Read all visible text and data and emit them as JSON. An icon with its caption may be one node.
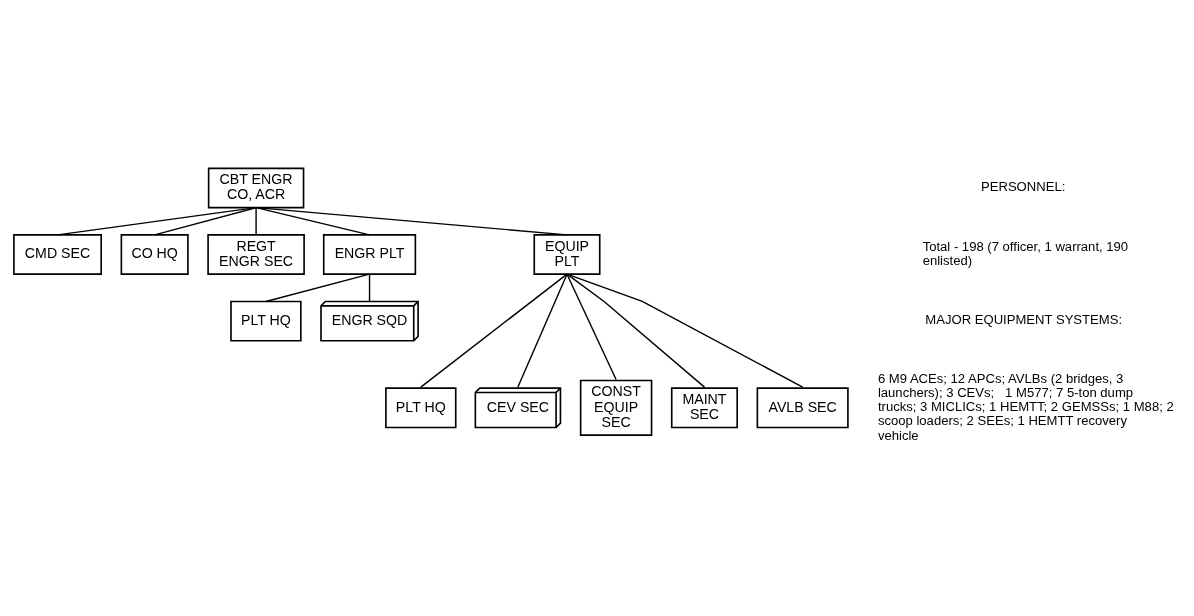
{
  "diagram": {
    "nodes": [
      {
        "text": [
          "CBT ENGR CO, ACR"
        ]
      },
      {
        "text": [
          "CMD SEC"
        ]
      },
      {
        "text": [
          "CO HQ"
        ]
      },
      {
        "text": [
          "REGT ENGR SEC"
        ]
      },
      {
        "text": [
          "ENGR PLT"
        ]
      },
      {
        "text": [
          "EQUIP PLT"
        ]
      },
      {
        "text": [
          "PLT HQ"
        ]
      },
      {
        "text": [
          "ENGR SQD"
        ]
      },
      {
        "text": [
          "PLT HQ"
        ]
      },
      {
        "text": [
          "CEV SEC"
        ]
      },
      {
        "text": [
          "CONST EQUIP SEC"
        ]
      },
      {
        "text": [
          "MAINT SEC"
        ]
      },
      {
        "text": [
          "AVLB SEC"
        ]
      }
    ],
    "edges": [
      {
        "from": 0,
        "to": 1,
        "arrow": "none"
      },
      {
        "from": 0,
        "to": 2,
        "arrow": "none"
      },
      {
        "from": 0,
        "to": 3,
        "arrow": "none"
      },
      {
        "from": 0,
        "to": 4,
        "arrow": "none"
      },
      {
        "from": 0,
        "to": 5,
        "arrow": "none"
      },
      {
        "from": 4,
        "to": 6,
        "arrow": "none"
      },
      {
        "from": 4,
        "to": 7,
        "arrow": "none"
      },
      {
        "from": 5,
        "to": 8,
        "arrow": "none"
      },
      {
        "from": 5,
        "to": 9,
        "arrow": "none"
      },
      {
        "from": 5,
        "to": 10,
        "arrow": "none"
      },
      {
        "from": 5,
        "to": 11,
        "arrow": "none"
      },
      {
        "from": 5,
        "to": 12,
        "arrow": "none"
      }
    ],
    "labels": [
      "PERSONNEL:",
      "Total - 198 (7 officer, 1 warrant, 190 enlisted)",
      "MAJOR EQUIPMENT SYSTEMS:",
      "6 M9 ACEs; 12 APCs; AVLBs (2 bridges, 3 launchers); 3 CEVs;   1 M577; 7 5-ton dump trucks; 3 MICLICs; 1 HEMTT; 2 GEMSSs; 1 M88; 2 scoop loaders; 2 SEEs; 1 HEMTT recovery vehicle"
    ]
  }
}
